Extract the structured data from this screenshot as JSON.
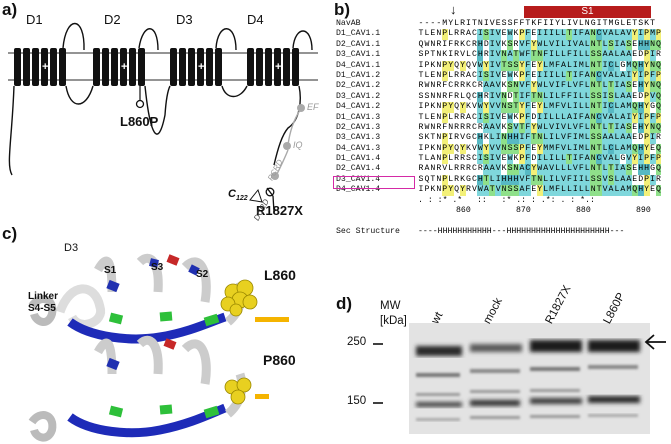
{
  "panel_a": {
    "label": "a)",
    "domains": [
      "D1",
      "D2",
      "D3",
      "D4"
    ],
    "mutations": [
      "L860P",
      "R1827X"
    ],
    "ct_labels": [
      "EF",
      "IQ",
      "PCRD",
      "DCRD",
      "C"
    ],
    "ct_sub": "122"
  },
  "panel_b": {
    "label": "b)",
    "s1_label": "S1",
    "header_name": "NavAB",
    "header_seq": "----MYLRITNIVESSFFTKFIIYLIVLNGITMGLETSKT",
    "rows": [
      {
        "name": "D1_CAV1.1",
        "seq": "TLENPLRRACISIVEWKPFEIIILLTIFANCVALAVYIPMP"
      },
      {
        "name": "D2_CAV1.1",
        "seq": "QWNRIFRKCRHDIVKSRVFYWLVILIVALNTLSIASEHHNQ"
      },
      {
        "name": "D3_CAV1.1",
        "seq": "SPTNKIRVLCHRIVNATWFTNFILLFILLSSAALAAEDPIR"
      },
      {
        "name": "D4_CAV1.1",
        "seq": "IPKNPYQYQVWYIVTSSYFEYLMFALIMLNTICLGMQHYNQ"
      },
      {
        "name": "D1_CAV1.2",
        "seq": "TLENPLRRACISIVEWKPFEIIILLTIFANCVALAIYIPFP"
      },
      {
        "name": "D2_CAV1.2",
        "seq": "RWNRFCRRKCRAAVKSNVFYWLVIFLVFLNTLTIASEHYNQ"
      },
      {
        "name": "D3_CAV1.2",
        "seq": "SSNNRFRLQCHRIVNDTIFTNLILFFILLSSISLAAEDPVQ"
      },
      {
        "name": "D4_CAV1.2",
        "seq": "IPKNPYQYKVWYVVNSTYFEYLMFVLILLNTICLAMQHYGQ"
      },
      {
        "name": "D1_CAV1.3",
        "seq": "TLENPLRRACISIVEWKPFDIILLLAIFANCVALAIYIPFP"
      },
      {
        "name": "D2_CAV1.3",
        "seq": "RWNRFNRRRCRAAVKSVTFYWLVIVLVFLNTLTIASEHYNQ"
      },
      {
        "name": "D3_CAV1.3",
        "seq": "SKTNPIRVGCHKLINHHIFTNLILVFIMLSSAALAAEDPIR"
      },
      {
        "name": "D4_CAV1.3",
        "seq": "IPKNPYQYKVWYVVNSSPFEYMMFVLIMLNTLCLAMQHYEQ"
      },
      {
        "name": "D1_CAV1.4",
        "seq": "TLANPLRRSCISIVEWKPFDILILLTIFANCVALGVYIPFP"
      },
      {
        "name": "D2_CAV1.4",
        "seq": "RANRVLRRRCRAAVKSNACYWAVLLLVFLNTLTIASEHHGQ"
      },
      {
        "name": "D3_CAV1.4",
        "seq": "SQTNPLRKGCHTLIHHHVFTNLILVFIILSSVSLAAEDPIR"
      },
      {
        "name": "D4_CAV1.4",
        "seq": "IPKNPYQYRVWATVNSSAFEYLMFLLILLNTVALAMQHYEQ"
      }
    ],
    "conservation": ". : :* .*   ::   :* .: : .*: . : *.:",
    "ticks": [
      "860",
      "870",
      "880",
      "890"
    ],
    "sec_label": "Sec Structure",
    "sec_seq": "----HHHHHHHHHHH---HHHHHHHHHHHHHHHHHHHHH---"
  },
  "panel_c": {
    "label": "c)",
    "d3": "D3",
    "s1": "S1",
    "s3": "S3",
    "s2": "S2",
    "linker1": "Linker",
    "linker2": "S4-S5",
    "res_top": "L860",
    "res_bottom": "P860"
  },
  "panel_d": {
    "label": "d)",
    "mw1": "MW",
    "mw2": "[kDa]",
    "lanes": [
      "wt",
      "mock",
      "R1827X",
      "L860P"
    ],
    "markers": [
      "250",
      "150"
    ]
  }
}
